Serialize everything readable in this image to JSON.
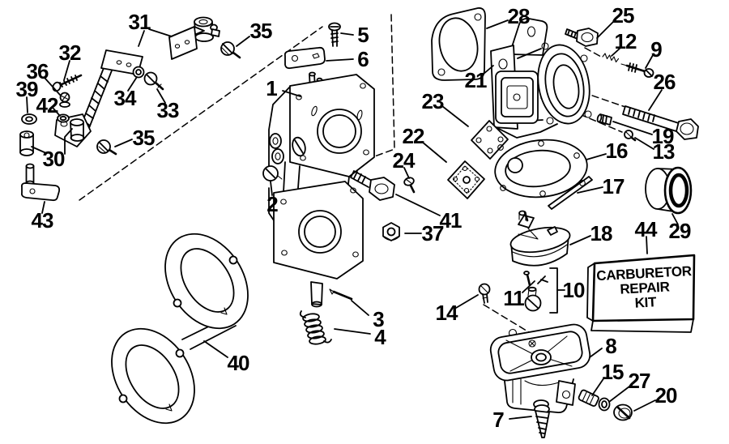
{
  "canvas": {
    "background": "#ffffff",
    "line_color": "#000000"
  },
  "kit_box": {
    "line1": "CARBURETOR",
    "line2": "REPAIR",
    "line3": "KIT"
  },
  "callouts": [
    {
      "id": "31",
      "text": "31"
    },
    {
      "id": "35-upper",
      "text": "35"
    },
    {
      "id": "5",
      "text": "5"
    },
    {
      "id": "6",
      "text": "6"
    },
    {
      "id": "28",
      "text": "28"
    },
    {
      "id": "25",
      "text": "25"
    },
    {
      "id": "12",
      "text": "12"
    },
    {
      "id": "9",
      "text": "9"
    },
    {
      "id": "26",
      "text": "26"
    },
    {
      "id": "32",
      "text": "32"
    },
    {
      "id": "36",
      "text": "36"
    },
    {
      "id": "39",
      "text": "39"
    },
    {
      "id": "42",
      "text": "42"
    },
    {
      "id": "34",
      "text": "34"
    },
    {
      "id": "33",
      "text": "33"
    },
    {
      "id": "1",
      "text": "1"
    },
    {
      "id": "21",
      "text": "21"
    },
    {
      "id": "23",
      "text": "23"
    },
    {
      "id": "22",
      "text": "22"
    },
    {
      "id": "24",
      "text": "24"
    },
    {
      "id": "19",
      "text": "19"
    },
    {
      "id": "13",
      "text": "13"
    },
    {
      "id": "16",
      "text": "16"
    },
    {
      "id": "17",
      "text": "17"
    },
    {
      "id": "35-lower",
      "text": "35"
    },
    {
      "id": "30",
      "text": "30"
    },
    {
      "id": "2",
      "text": "2"
    },
    {
      "id": "41",
      "text": "41"
    },
    {
      "id": "37",
      "text": "37"
    },
    {
      "id": "18",
      "text": "18"
    },
    {
      "id": "44",
      "text": "44"
    },
    {
      "id": "29",
      "text": "29"
    },
    {
      "id": "43",
      "text": "43"
    },
    {
      "id": "3",
      "text": "3"
    },
    {
      "id": "4",
      "text": "4"
    },
    {
      "id": "14",
      "text": "14"
    },
    {
      "id": "11",
      "text": "11"
    },
    {
      "id": "10",
      "text": "10"
    },
    {
      "id": "8",
      "text": "8"
    },
    {
      "id": "15",
      "text": "15"
    },
    {
      "id": "27",
      "text": "27"
    },
    {
      "id": "20",
      "text": "20"
    },
    {
      "id": "7",
      "text": "7"
    },
    {
      "id": "40",
      "text": "40"
    }
  ]
}
